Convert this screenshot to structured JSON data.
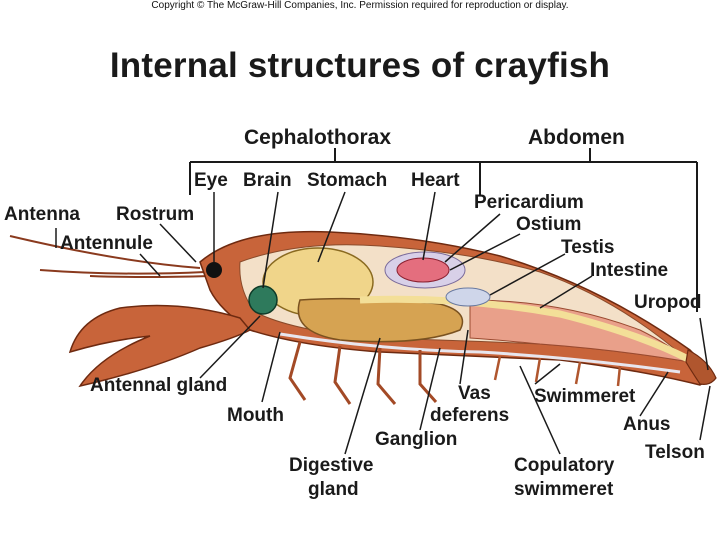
{
  "copyright": "Copyright © The McGraw-Hill Companies, Inc. Permission required for reproduction or display.",
  "title": "Internal structures of crayfish",
  "regions": {
    "cephalothorax": "Cephalothorax",
    "abdomen": "Abdomen"
  },
  "labels": {
    "eye": "Eye",
    "brain": "Brain",
    "stomach": "Stomach",
    "heart": "Heart",
    "antenna": "Antenna",
    "rostrum": "Rostrum",
    "antennule": "Antennule",
    "pericardium": "Pericardium",
    "ostium": "Ostium",
    "testis": "Testis",
    "intestine": "Intestine",
    "uropod": "Uropod",
    "antennal_gland": "Antennal gland",
    "mouth": "Mouth",
    "vas_deferens_1": "Vas",
    "vas_deferens_2": "deferens",
    "ganglion": "Ganglion",
    "swimmeret": "Swimmeret",
    "anus": "Anus",
    "telson": "Telson",
    "digestive_gland_1": "Digestive",
    "digestive_gland_2": "gland",
    "copulatory_swimmeret_1": "Copulatory",
    "copulatory_swimmeret_2": "swimmeret"
  }
}
